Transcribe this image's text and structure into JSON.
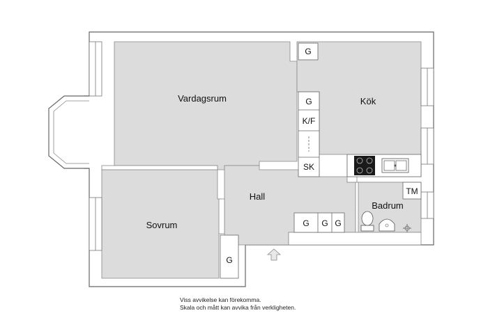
{
  "rooms": {
    "vardagsrum": "Vardagsrum",
    "kok": "Kök",
    "hall": "Hall",
    "sovrum": "Sovrum",
    "badrum": "Badrum"
  },
  "fixtures": {
    "g": "G",
    "kf": "K/F",
    "sk": "SK",
    "tm": "TM"
  },
  "disclaimer": {
    "line1": "Viss avvikelse kan förekomma.",
    "line2": "Skala och mått kan avvika från verkligheten."
  },
  "colors": {
    "wall": "#ffffff",
    "wall_stroke": "#666666",
    "floor": "#dcdcdc",
    "stove": "#1a1a1a"
  }
}
